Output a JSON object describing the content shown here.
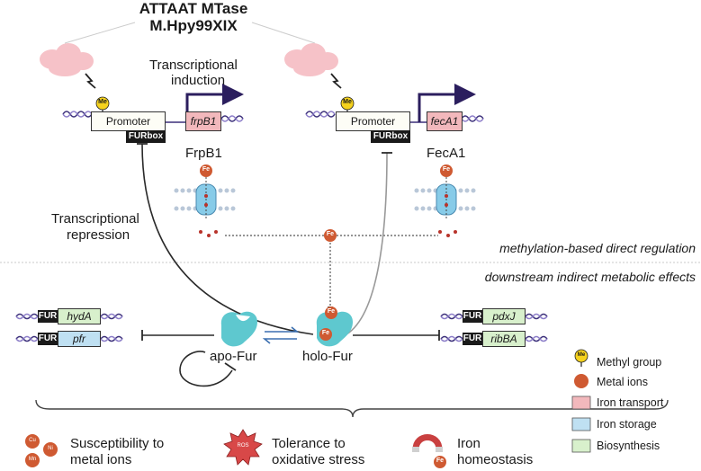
{
  "title": {
    "line1": "ATTAAT MTase",
    "line2": "M.Hpy99XIX"
  },
  "labels": {
    "transcriptional_induction_1": "Transcriptional",
    "transcriptional_induction_2": "induction",
    "transcriptional_repression_1": "Transcriptional",
    "transcriptional_repression_2": "repression",
    "promoter": "Promoter",
    "furbox": "FURbox",
    "me": "Me",
    "fe": "Fe",
    "frpb1_protein": "FrpB1",
    "feca1_protein": "FecA1",
    "direct_regulation": "methylation-based direct regulation",
    "indirect_effects": "downstream indirect metabolic effects",
    "apo_fur": "apo-Fur",
    "holo_fur": "holo-Fur",
    "fur_tag": "FUR"
  },
  "genes": {
    "frpB1": "frpB1",
    "fecA1": "fecA1",
    "hydA": "hydA",
    "pfr": "pfr",
    "pdxJ": "pdxJ",
    "ribBA": "ribBA"
  },
  "outcomes": {
    "metal_1": "Susceptibility to",
    "metal_2": "metal ions",
    "metal_icons": [
      "Cu",
      "Ni",
      "Mn"
    ],
    "ros_icon": "ROS",
    "oxidative_1": "Tolerance to",
    "oxidative_2": "oxidative stress",
    "iron_1": "Iron",
    "iron_2": "homeostasis"
  },
  "legend": {
    "methyl_group": "Methyl group",
    "metal_ions": "Metal ions",
    "iron_transport": "Iron transport",
    "iron_storage": "Iron storage",
    "biosynthesis": "Biosynthesis"
  },
  "colors": {
    "iron_transport": "#f2b8bc",
    "iron_storage": "#bfe0f2",
    "biosynthesis": "#d8f0cc",
    "fur_protein": "#5ec8cf",
    "metal": "#cf5a32",
    "methyl": "#f5d21e",
    "mtase": "#f6c2c8",
    "arrow_dark": "#2b1e5e"
  }
}
